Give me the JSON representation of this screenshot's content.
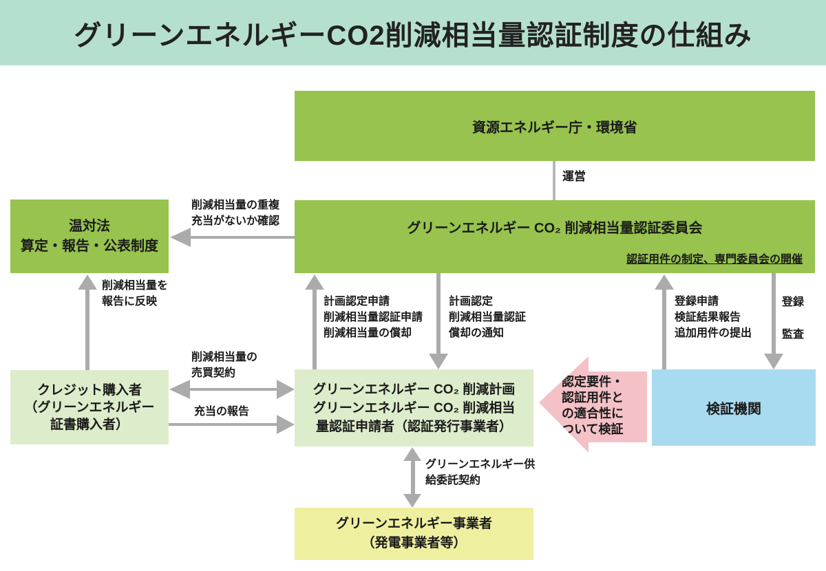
{
  "title": "グリーンエネルギーCO2削減相当量認証制度の仕組み",
  "colors": {
    "band_bg": "#b6e0ce",
    "green_box": "#97c34e",
    "pale_green_box": "#ddecca",
    "blue_box": "#a8dbf0",
    "yellow_box": "#eef0a0",
    "pink_arrow": "#f4c1c7",
    "arrow_gray": "#ababab"
  },
  "boxes": {
    "agency": "資源エネルギー庁・環境省",
    "committee_title": "グリーンエネルギー CO₂ 削減相当量認証委員会",
    "committee_note": "認証用件の制定、専門委員会の開催",
    "ontaiho": [
      "温対法",
      "算定・報告・公表制度"
    ],
    "credit_purchaser": [
      "クレジット購入者",
      "（グリーンエネルギー",
      "証書購入者）"
    ],
    "applicant": [
      "グリーンエネルギー CO₂ 削減計画",
      "グリーンエネルギー CO₂ 削減相当",
      "量認証申請者（認証発行事業者）"
    ],
    "verifier": "検証機関",
    "energy_provider": [
      "グリーンエネルギー事業者",
      "（発電事業者等）"
    ]
  },
  "labels": {
    "operate": "運営",
    "dup_check": [
      "削減相当量の重複",
      "充当がないか確認"
    ],
    "reflect_report": [
      "削減相当量を",
      "報告に反映"
    ],
    "apply_up": [
      "計画認定申請",
      "削減相当量認証申請",
      "削減相当量の償却"
    ],
    "approve_down": [
      "計画認定",
      "削減相当量認証",
      "償却の通知"
    ],
    "register_up": [
      "登録申請",
      "検証結果報告",
      "追加用件の提出"
    ],
    "register": "登録",
    "audit": "監査",
    "trade_contract": [
      "削減相当量の",
      "売買契約"
    ],
    "allocation_report": "充当の報告",
    "supply_contract": [
      "グリーンエネルギー供",
      "給委託契約"
    ],
    "verify_note": [
      "認定要件・",
      "認証用件と",
      "の適合性に",
      "ついて検証"
    ]
  }
}
